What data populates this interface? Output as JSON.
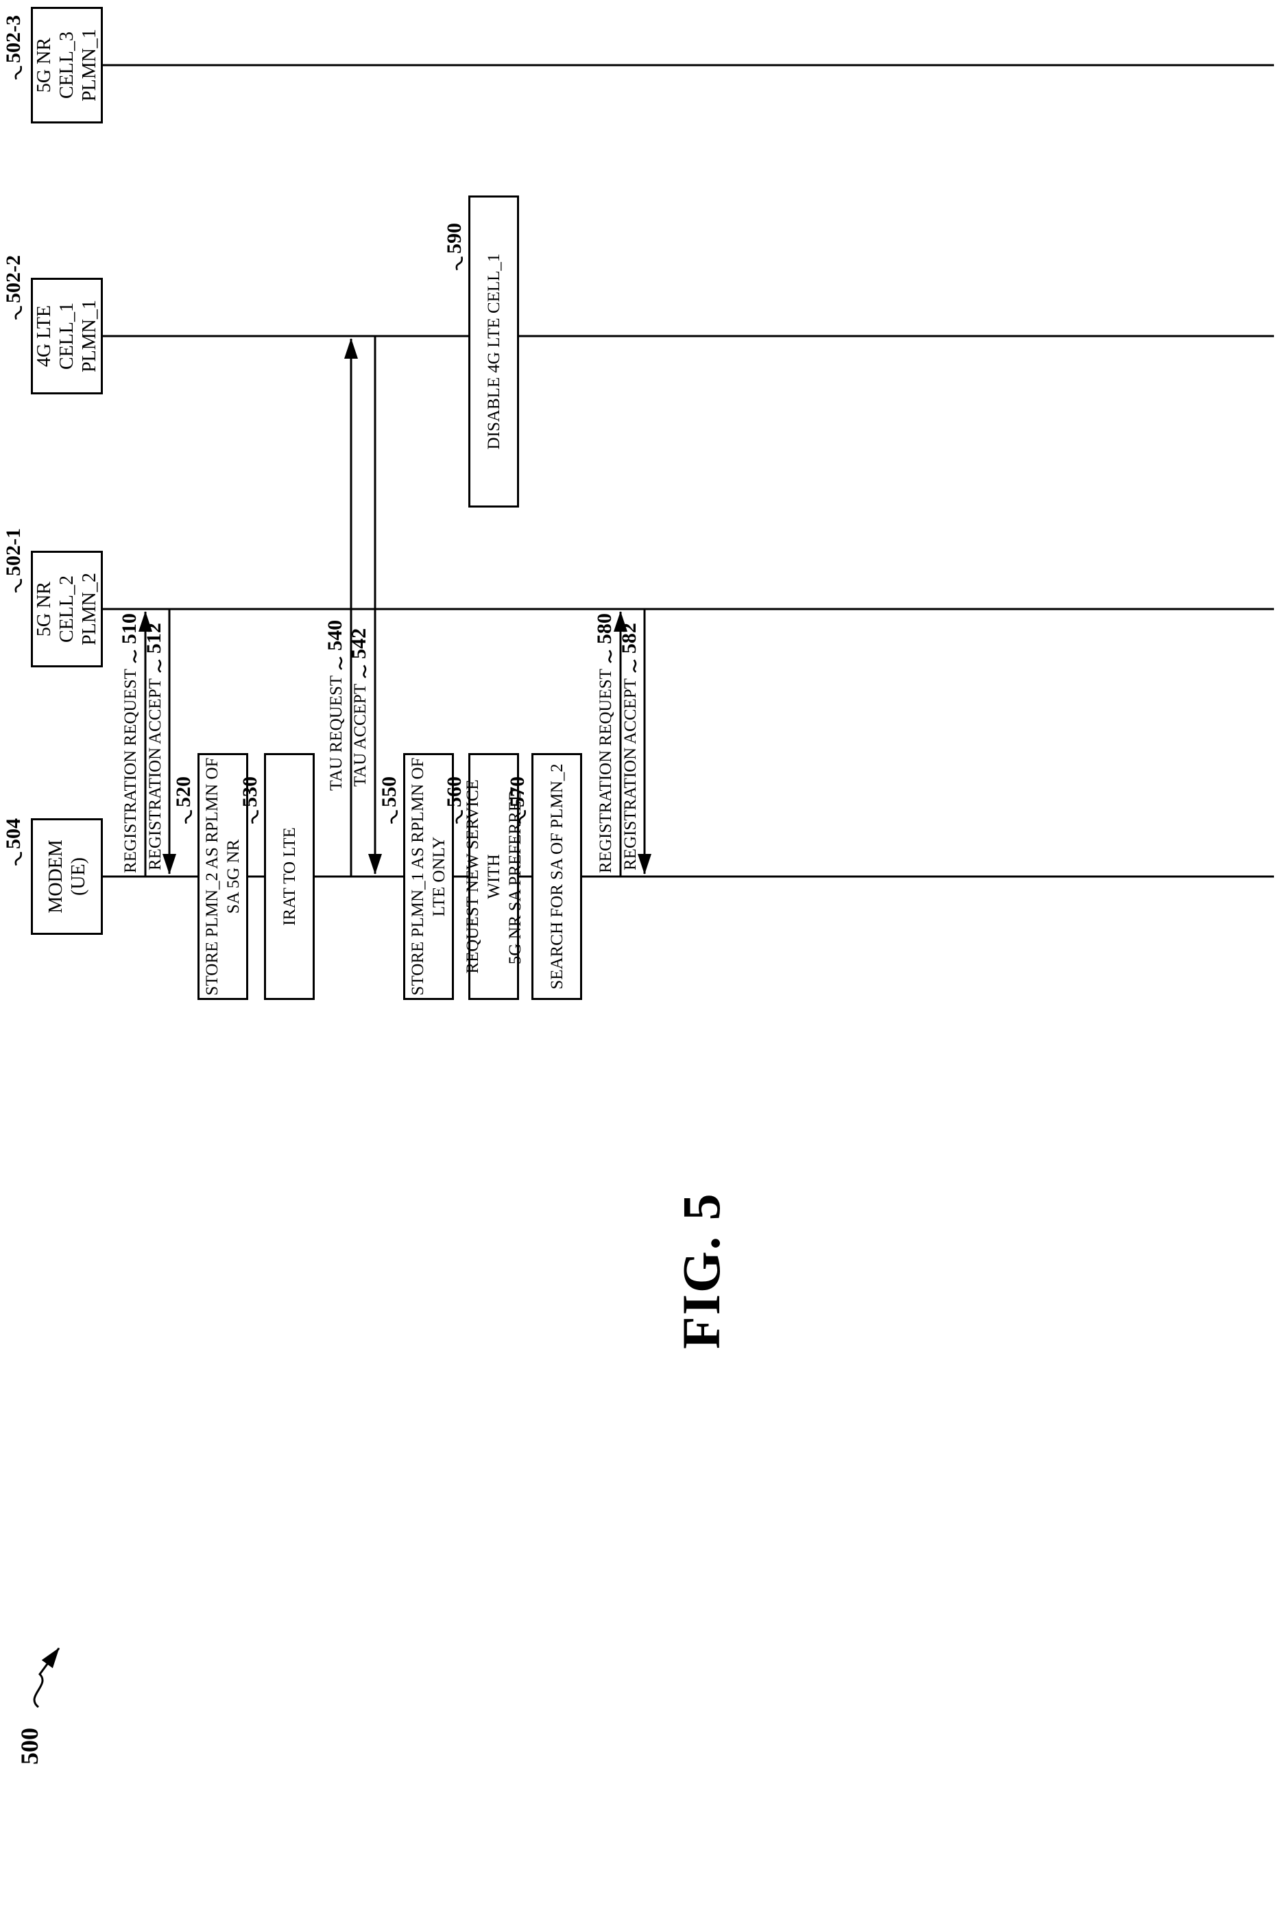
{
  "figure": {
    "number_label": "FIG. 5",
    "diagram_ref": "500"
  },
  "colors": {
    "ink": "#000000",
    "background": "#ffffff"
  },
  "entities": [
    {
      "ref": "504",
      "lines": [
        "MODEM",
        "(UE)"
      ]
    },
    {
      "ref": "502-1",
      "lines": [
        "5G NR",
        "CELL_2",
        "PLMN_2"
      ]
    },
    {
      "ref": "502-2",
      "lines": [
        "4G LTE",
        "CELL_1",
        "PLMN_1"
      ]
    },
    {
      "ref": "502-3",
      "lines": [
        "5G NR",
        "CELL_3",
        "PLMN_1"
      ]
    }
  ],
  "messages": [
    {
      "ref": "510",
      "label": "REGISTRATION REQUEST",
      "from": "MODEM (UE)",
      "to": "5G NR CELL_2 PLMN_2"
    },
    {
      "ref": "512",
      "label": "REGISTRATION ACCEPT",
      "from": "5G NR CELL_2 PLMN_2",
      "to": "MODEM (UE)"
    },
    {
      "ref": "540",
      "label": "TAU REQUEST",
      "from": "MODEM (UE)",
      "to": "4G LTE CELL_1 PLMN_1"
    },
    {
      "ref": "542",
      "label": "TAU ACCEPT",
      "from": "4G LTE CELL_1 PLMN_1",
      "to": "MODEM (UE)"
    },
    {
      "ref": "580",
      "label": "REGISTRATION REQUEST",
      "from": "MODEM (UE)",
      "to": "5G NR CELL_2 PLMN_2"
    },
    {
      "ref": "582",
      "label": "REGISTRATION ACCEPT",
      "from": "5G NR CELL_2 PLMN_2",
      "to": "MODEM (UE)"
    }
  ],
  "actions": [
    {
      "ref": "520",
      "lines": [
        "STORE PLMN_2 AS RPLMN OF",
        "SA 5G NR"
      ],
      "on": "MODEM (UE)"
    },
    {
      "ref": "530",
      "lines": [
        "IRAT TO LTE"
      ],
      "on": "MODEM (UE)"
    },
    {
      "ref": "550",
      "lines": [
        "STORE PLMN_1 AS RPLMN OF",
        "LTE ONLY"
      ],
      "on": "MODEM (UE)"
    },
    {
      "ref": "560",
      "lines": [
        "REQUEST NEW SERVICE WITH",
        "5G NR SA PREFERRED"
      ],
      "on": "MODEM (UE)"
    },
    {
      "ref": "570",
      "lines": [
        "SEARCH FOR SA OF PLMN_2"
      ],
      "on": "MODEM (UE)"
    },
    {
      "ref": "590",
      "lines": [
        "DISABLE 4G LTE CELL_1"
      ],
      "on": "4G LTE CELL_1 PLMN_1"
    }
  ]
}
